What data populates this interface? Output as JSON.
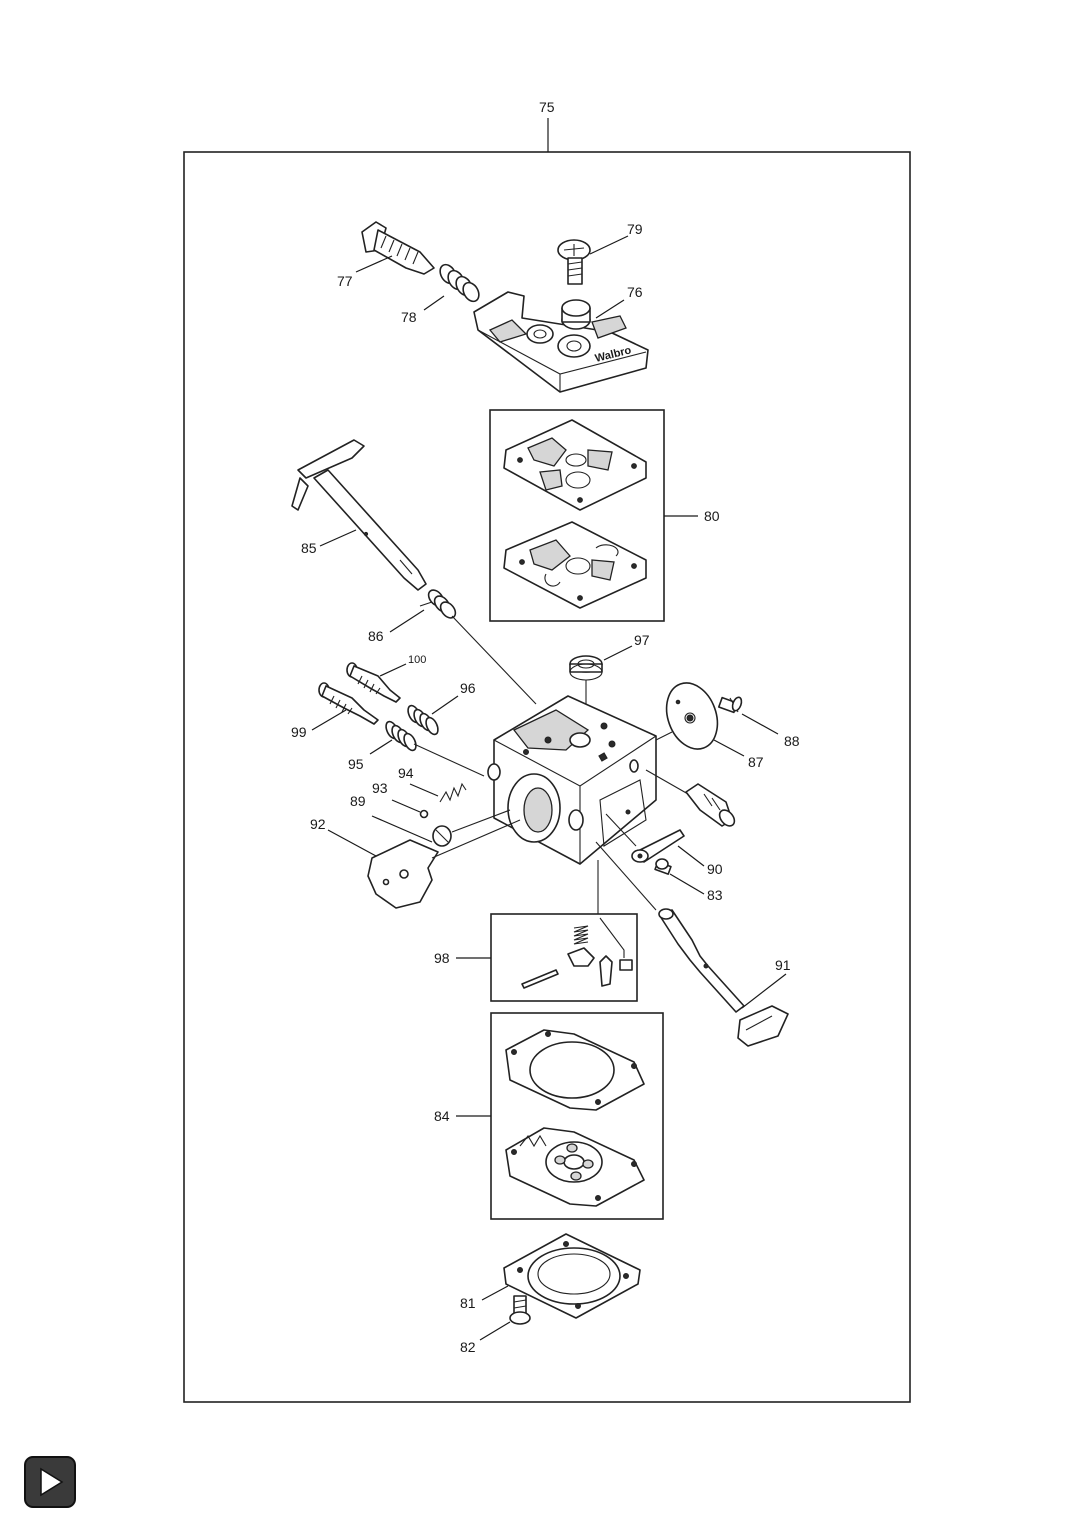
{
  "diagram": {
    "callouts": {
      "p75": "75",
      "p76": "76",
      "p77": "77",
      "p78": "78",
      "p79": "79",
      "p80": "80",
      "p81": "81",
      "p82": "82",
      "p83": "83",
      "p84": "84",
      "p85": "85",
      "p86": "86",
      "p87": "87",
      "p88": "88",
      "p89": "89",
      "p90": "90",
      "p91": "91",
      "p92": "92",
      "p93": "93",
      "p94": "94",
      "p95": "95",
      "p96": "96",
      "p97": "97",
      "p98": "98",
      "p99": "99",
      "p100": "100"
    },
    "cover_logo_text": "Walbro"
  },
  "navigation": {
    "next_button_icon": "play-triangle-icon"
  }
}
